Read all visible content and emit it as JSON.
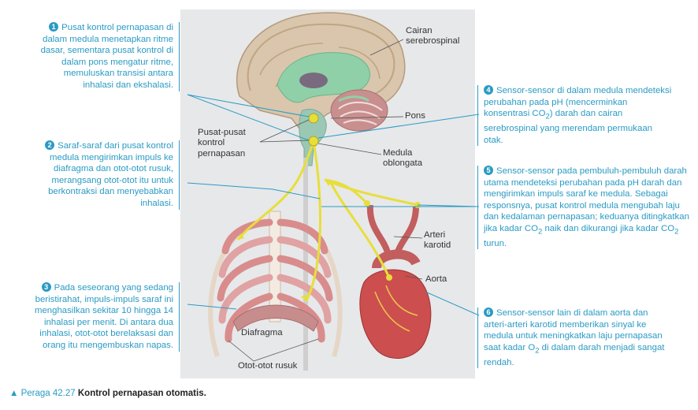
{
  "notes": [
    {
      "num": "1",
      "text": "Pusat kontrol pernapasan di dalam medula menetapkan ritme dasar, sementara pusat kontrol di dalam pons mengatur ritme, memuluskan transisi antara inhalasi dan ekshalasi."
    },
    {
      "num": "2",
      "text": "Saraf-saraf dari pusat kontrol medula mengirimkan impuls ke diafragma dan otot-otot rusuk, merangsang otot-otot itu untuk berkontraksi dan menyebabkan inhalasi."
    },
    {
      "num": "3",
      "text": "Pada seseorang yang sedang beristirahat, impuls-impuls saraf ini menghasilkan sekitar 10 hingga 14 inhalasi per menit. Di antara dua inhalasi, otot-otot berelaksasi dan orang itu mengembuskan napas."
    },
    {
      "num": "4",
      "text_before": "Sensor-sensor di dalam medula mendeteksi perubahan pada pH (mencerminkan konsentrasi CO",
      "sub": "2",
      "text_after": ") darah dan cairan serebrospinal yang merendam permukaan otak."
    },
    {
      "num": "5",
      "text_a": "Sensor-sensor pada pembuluh-pembuluh darah utama mendeteksi perubahan pada pH darah dan mengirimkan impuls saraf ke medula. Sebagai responsnya, pusat kontrol medula mengubah laju dan kedalaman pernapasan; keduanya ditingkatkan jika kadar CO",
      "sub_a": "2",
      "text_b": " naik dan dikurangi jika kadar CO",
      "sub_b": "2",
      "text_c": " turun."
    },
    {
      "num": "6",
      "text_before": "Sensor-sensor lain di dalam aorta dan arteri-arteri karotid memberikan sinyal ke medula untuk meningkatkan laju pernapasan saat kadar O",
      "sub": "2",
      "text_after": " di dalam darah menjadi sangat rendah."
    }
  ],
  "labels": {
    "cairan": "Cairan serebrospinal",
    "pons": "Pons",
    "pusat": "Pusat-pusat kontrol pernapasan",
    "medula": "Medula oblongata",
    "arteri": "Arteri karotid",
    "aorta": "Aorta",
    "diafragma": "Diafragma",
    "otot": "Otot-otot rusuk"
  },
  "caption": {
    "marker": "▲",
    "figure": "Peraga 42.27",
    "title": "Kontrol pernapasan otomatis."
  },
  "colors": {
    "accent": "#2a9bc4",
    "nerve": "#e8de3a",
    "panel": "#e7e8ea"
  }
}
